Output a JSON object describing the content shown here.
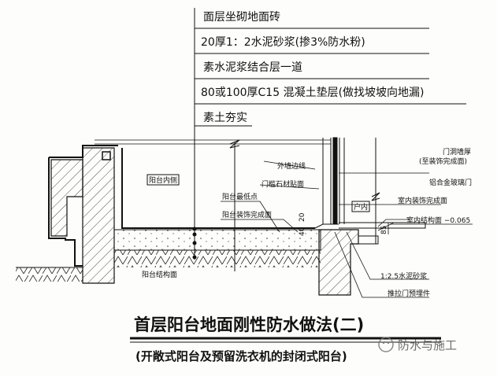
{
  "layers": [
    "面层坐砌地面砖",
    "20厚1：2水泥砂浆(掺3%防水粉)",
    "素水泥浆结合层一道",
    "80或100厚C15 混凝土垫层(做找坡坡向地漏)",
    "素土夯实"
  ],
  "labels": {
    "balcony_inner": "阳台内侧",
    "balcony_structure": "阳台结构面",
    "balcony_lowest": "阳台最低点",
    "balcony_finish": "阳台装饰完成面",
    "exterior_wall": "外墙边线",
    "threshold_stone": "门槛石材贴面",
    "indoor": "户内",
    "door_wall_thickness": "门洞墙厚",
    "to_finish_surface": "(至装饰完成面)",
    "aluminum_door": "铝合金玻璃门",
    "indoor_finish": "室内装饰完成面",
    "indoor_structure": "室内结构面 −0.065",
    "mortar": "1:2.5水泥砂浆",
    "embedded_part": "推拉门预埋件",
    "dim_20": "20",
    "dim_40": "40",
    "dim_85": "85"
  },
  "title": "首层阳台地面刚性防水做法(二)",
  "subtitle": "(开敞式阳台及预留洗衣机的封闭式阳台)",
  "watermark": "防水与施工"
}
